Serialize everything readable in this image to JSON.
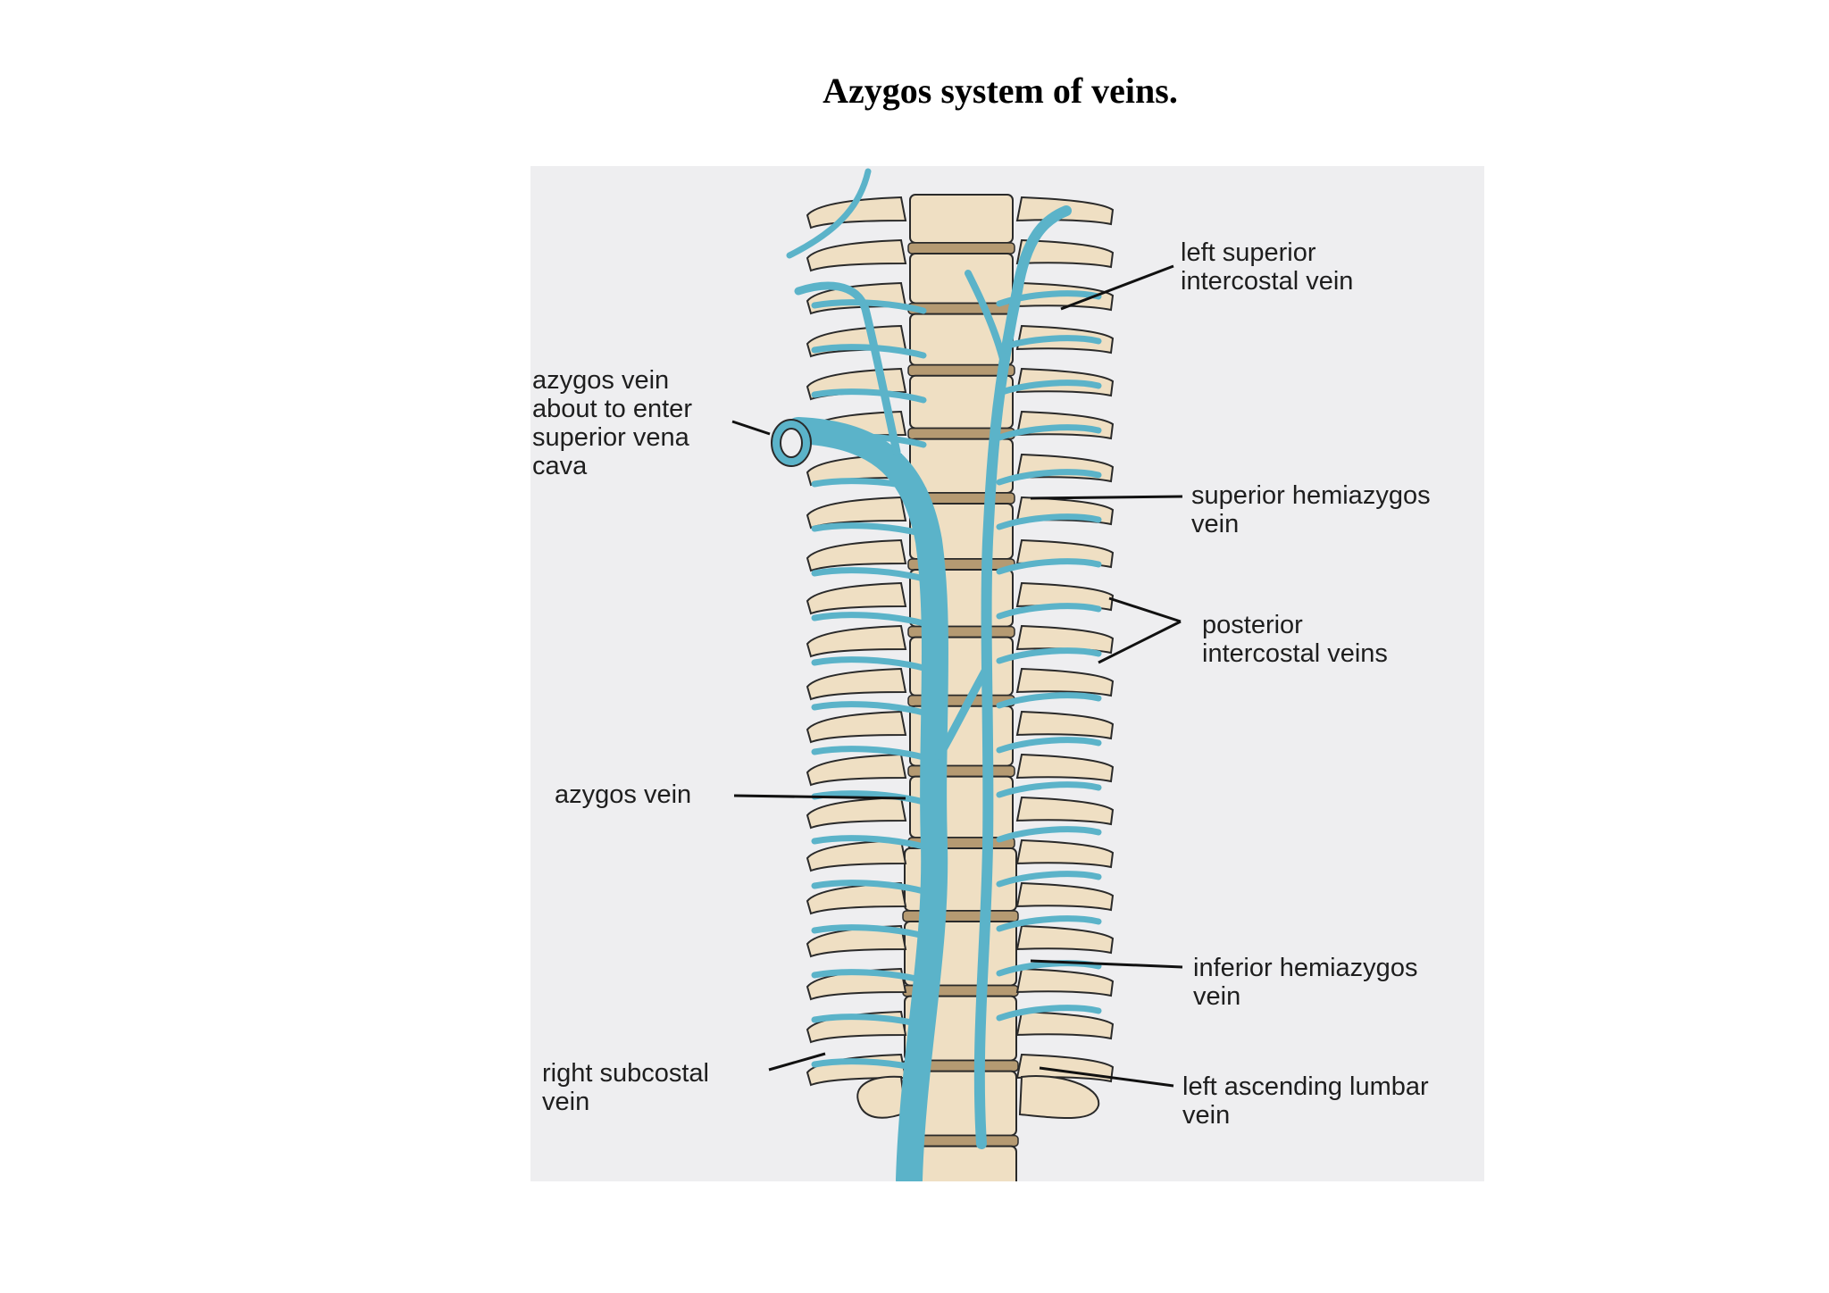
{
  "title": "Azygos system of veins.",
  "colors": {
    "background": "#ffffff",
    "panel": "#eeeef0",
    "bone": "#efdfc3",
    "disc": "#b59a72",
    "vein": "#5bb3c9",
    "text": "#1e1e1e"
  },
  "labels": {
    "left_superior_intercostal": [
      "left superior",
      "intercostal vein"
    ],
    "azygos_enter_svc": [
      "azygos vein",
      "about to enter",
      "superior vena",
      "cava"
    ],
    "superior_hemiazygos": [
      "superior hemiazygos",
      "vein"
    ],
    "posterior_intercostal": [
      "posterior",
      "intercostal veins"
    ],
    "azygos_vein": [
      "azygos vein"
    ],
    "inferior_hemiazygos": [
      "inferior hemiazygos",
      "vein"
    ],
    "right_subcostal": [
      "right subcostal",
      "vein"
    ],
    "left_ascending_lumbar": [
      "left ascending lumbar",
      "vein"
    ]
  }
}
